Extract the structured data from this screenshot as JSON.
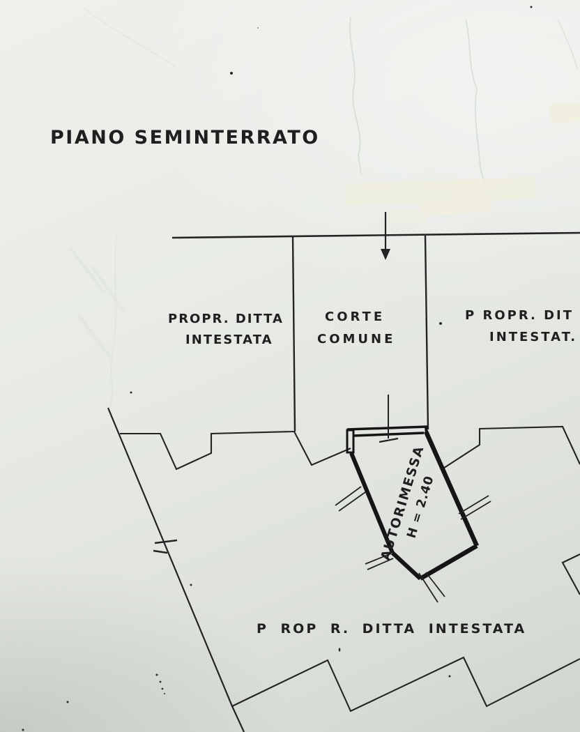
{
  "title": "PIANO  SEMINTERRATO",
  "parcels": {
    "left_line1": "PROPR. DITTA",
    "left_line2": "INTESTATA",
    "court_line1": "CORTE",
    "court_line2": "COMUNE",
    "right_line1": "P ROPR. DIT",
    "right_line2": "INTESTAT.",
    "bottom": "P ROP R.  DITTA  INTESTATA"
  },
  "garage": {
    "label": "AUTORIMESSA",
    "height_note": "H = 2.40"
  },
  "colors": {
    "paper": "#e7eae5",
    "ink": "#222222",
    "tape": "#f1eedd",
    "bleedthrough": "#d3d8d2"
  }
}
